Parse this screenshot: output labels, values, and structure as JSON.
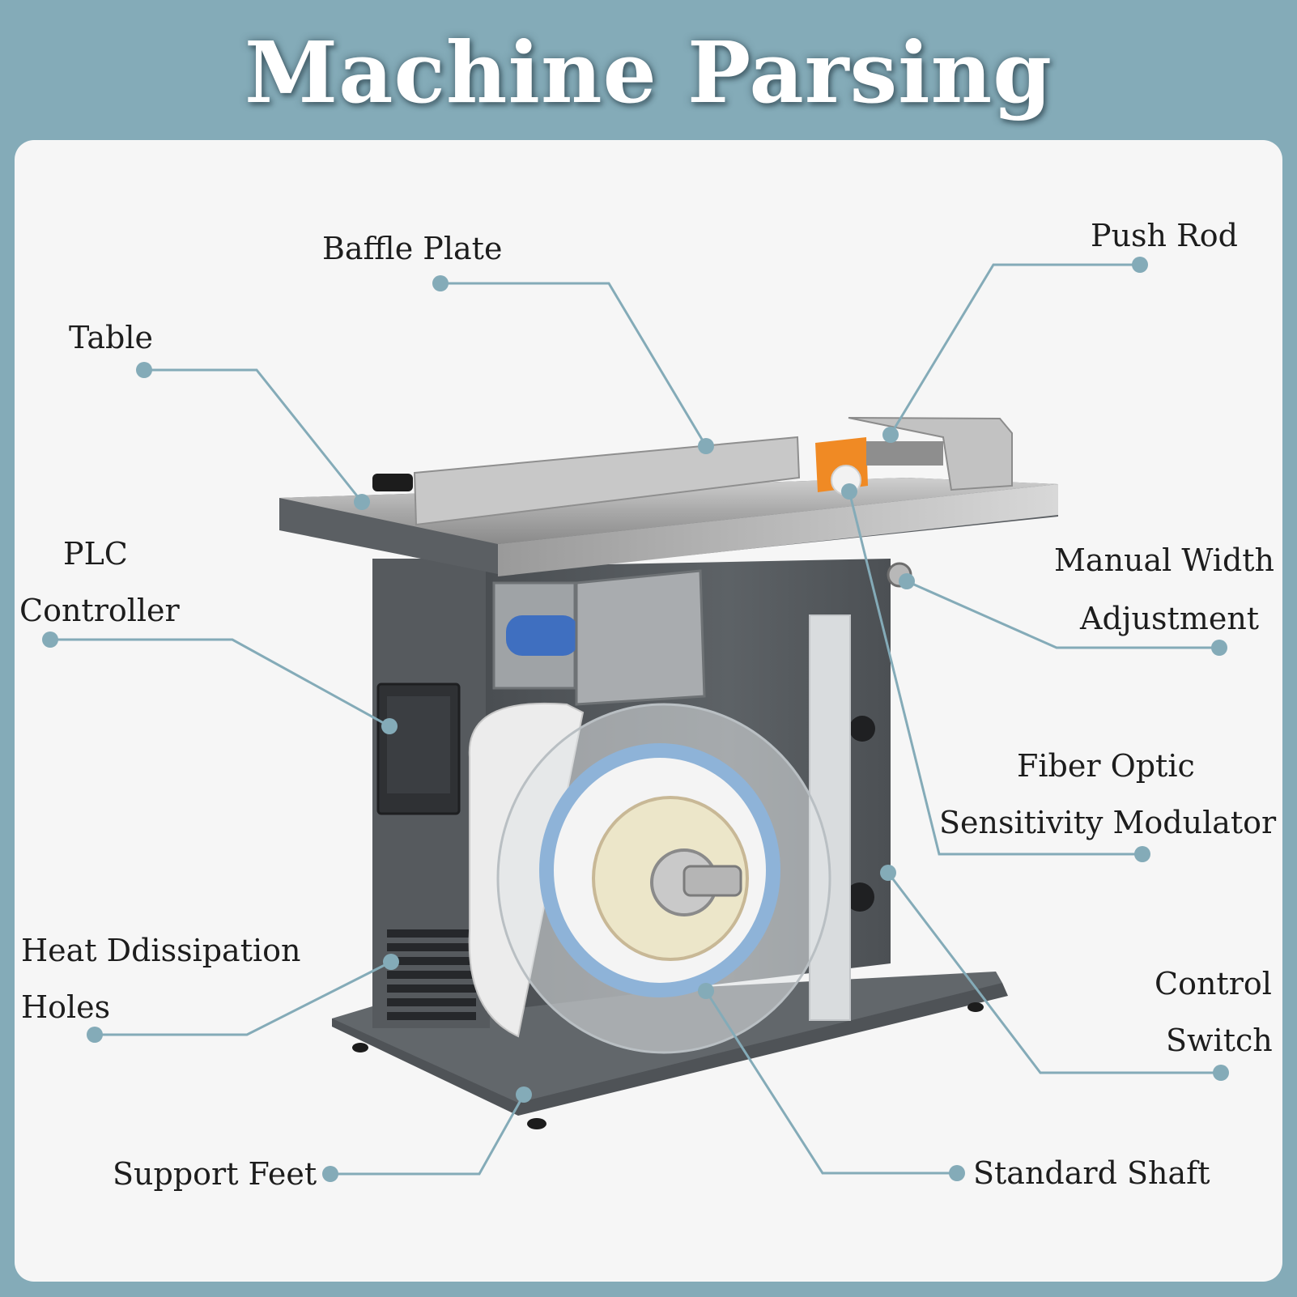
{
  "title": "Machine Parsing",
  "colors": {
    "frame_background": "#84abb8",
    "panel_background": "#f6f6f6",
    "leader_line": "#84abb8",
    "title_text": "#ffffff",
    "label_text": "#1d1d1d"
  },
  "labels": {
    "baffle_plate": "Baffle Plate",
    "push_rod": "Push Rod",
    "table": "Table",
    "plc_line1": "PLC",
    "plc_line2": "Controller",
    "manual_width_line1": "Manual Width",
    "manual_width_line2": "Adjustment",
    "fiber_optic_line1": "Fiber Optic",
    "fiber_optic_line2": "Sensitivity Modulator",
    "heat_line1": "Heat Ddissipation",
    "heat_line2": "Holes",
    "control_switch_line1": "Control",
    "control_switch_line2": "Switch",
    "support_feet": "Support Feet",
    "standard_shaft": "Standard Shaft"
  }
}
